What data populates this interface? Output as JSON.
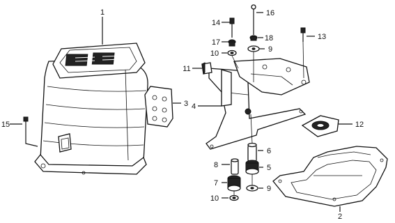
{
  "diagram": {
    "callouts": {
      "c1": "1",
      "c2": "2",
      "c3": "3",
      "c4": "4",
      "c5": "5",
      "c6": "6",
      "c7": "7",
      "c8": "8",
      "c9a": "9",
      "c9b": "9",
      "c10a": "10",
      "c10b": "10",
      "c11": "11",
      "c12": "12",
      "c13": "13",
      "c14": "14",
      "c15": "15",
      "c16": "16",
      "c17": "17",
      "c18": "18"
    }
  }
}
